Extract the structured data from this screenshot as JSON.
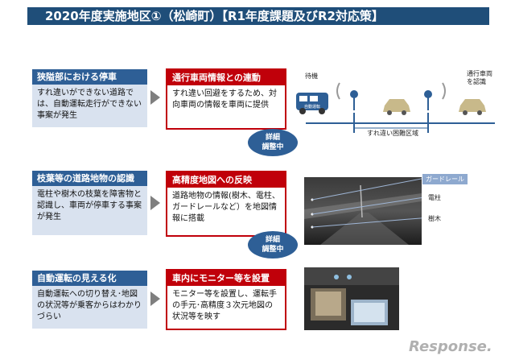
{
  "title": "2020年度実施地区①（松崎町）【R1年度課題及びR2対応策】",
  "rows": [
    {
      "issue_title": "狭隘部における停車",
      "issue_body": "すれ違いができない道路では、自動運転走行ができない事案が発生",
      "measure_title": "通行車両情報との連動",
      "measure_body": "すれ違い回避をするため、対向車両の情報を車両に提供",
      "badge_line1": "詳細",
      "badge_line2": "調整中"
    },
    {
      "issue_title": "枝葉等の道路地物の認識",
      "issue_body": "電柱や樹木の枝葉を障害物と認識し、車両が停車する事案が発生",
      "measure_title": "高精度地図への反映",
      "measure_body": "道路地物の情報(樹木、電柱、ガードレールなど）を地図情報に搭載",
      "badge_line1": "詳細",
      "badge_line2": "調整中"
    },
    {
      "issue_title": "自動運転の見える化",
      "issue_body": "自動運転への切り替え･地図の状況等が乗客からはわかりづらい",
      "measure_title": "車内にモニター等を設置",
      "measure_body": "モニター等を設置し、運転手の手元･高精度３次元地図の状況等を映す"
    }
  ],
  "diagram1": {
    "waiting_label": "待機",
    "oncoming_label_line1": "通行車両",
    "oncoming_label_line2": "を認識",
    "zone_label": "すれ違い困難区域",
    "bus_text": "自動運転"
  },
  "photo2_labels": [
    "ガードレール",
    "電柱",
    "樹木"
  ],
  "watermark": "Response."
}
